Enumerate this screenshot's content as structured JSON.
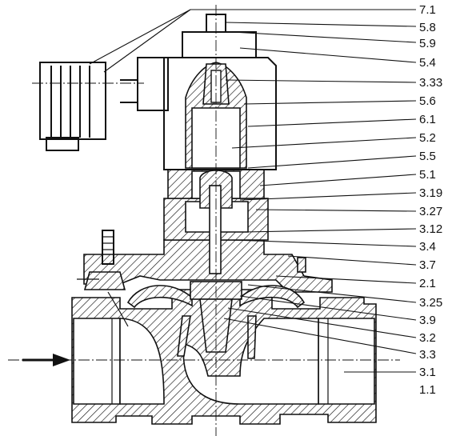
{
  "labels": [
    "7.1",
    "5.8",
    "5.9",
    "5.4",
    "3.33",
    "5.6",
    "6.1",
    "5.2",
    "5.5",
    "5.1",
    "3.19",
    "3.27",
    "3.12",
    "3.4",
    "3.7",
    "2.1",
    "3.25",
    "3.9",
    "3.2",
    "3.3",
    "3.1",
    "1.1"
  ],
  "colors": {
    "ink": "#111111",
    "paper": "#ffffff"
  }
}
